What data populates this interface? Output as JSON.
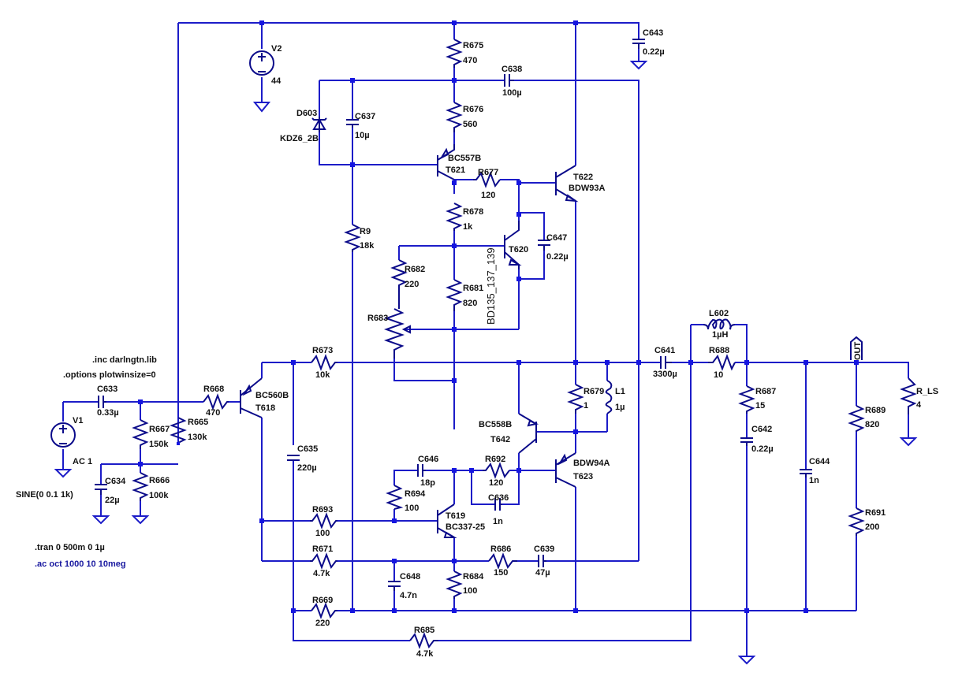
{
  "schematic": {
    "directives": [
      {
        "id": "inc",
        "text": ".inc darlngtn.lib",
        "color": "#111111"
      },
      {
        "id": "options",
        "text": ".options plotwinsize=0",
        "color": "#111111"
      },
      {
        "id": "tran",
        "text": ".tran 0 500m 0 1µ",
        "color": "#111111"
      },
      {
        "id": "ac",
        "text": ".ac oct 1000 10 10meg",
        "color": "#1a1aa0"
      }
    ],
    "sources": [
      {
        "ref": "V2",
        "value": "44"
      },
      {
        "ref": "V1",
        "value": "AC 1",
        "extra": "SINE(0 0.1 1k)"
      }
    ],
    "resistors": [
      {
        "ref": "R675",
        "value": "470"
      },
      {
        "ref": "R676",
        "value": "560"
      },
      {
        "ref": "R677",
        "value": "120"
      },
      {
        "ref": "R678",
        "value": "1k"
      },
      {
        "ref": "R9",
        "value": "18k"
      },
      {
        "ref": "R682",
        "value": "220"
      },
      {
        "ref": "R681",
        "value": "820"
      },
      {
        "ref": "R683",
        "value": ""
      },
      {
        "ref": "R673",
        "value": "10k"
      },
      {
        "ref": "R668",
        "value": "470"
      },
      {
        "ref": "R667",
        "value": "150k"
      },
      {
        "ref": "R665",
        "value": "130k"
      },
      {
        "ref": "R666",
        "value": "100k"
      },
      {
        "ref": "R679",
        "value": "1"
      },
      {
        "ref": "R692",
        "value": "120"
      },
      {
        "ref": "R694",
        "value": "100"
      },
      {
        "ref": "R693",
        "value": "100"
      },
      {
        "ref": "R671",
        "value": "4.7k"
      },
      {
        "ref": "R686",
        "value": "150"
      },
      {
        "ref": "R684",
        "value": "100"
      },
      {
        "ref": "R669",
        "value": "220"
      },
      {
        "ref": "R685",
        "value": "4.7k"
      },
      {
        "ref": "R688",
        "value": "10"
      },
      {
        "ref": "R687",
        "value": "15"
      },
      {
        "ref": "R689",
        "value": "820"
      },
      {
        "ref": "R691",
        "value": "200"
      },
      {
        "ref": "R_LS",
        "value": "4"
      }
    ],
    "capacitors": [
      {
        "ref": "C643",
        "value": "0.22µ"
      },
      {
        "ref": "C638",
        "value": "100µ"
      },
      {
        "ref": "C637",
        "value": "10µ"
      },
      {
        "ref": "C647",
        "value": "0.22µ"
      },
      {
        "ref": "C633",
        "value": "0.33µ"
      },
      {
        "ref": "C634",
        "value": "22µ"
      },
      {
        "ref": "C635",
        "value": "220µ"
      },
      {
        "ref": "C646",
        "value": "18p"
      },
      {
        "ref": "C636",
        "value": "1n"
      },
      {
        "ref": "C639",
        "value": "47µ"
      },
      {
        "ref": "C648",
        "value": "4.7n"
      },
      {
        "ref": "C641",
        "value": "3300µ"
      },
      {
        "ref": "C642",
        "value": "0.22µ"
      },
      {
        "ref": "C644",
        "value": "1n"
      }
    ],
    "inductors": [
      {
        "ref": "L602",
        "value": "1µH"
      },
      {
        "ref": "L1",
        "value": "1µ"
      }
    ],
    "diodes": [
      {
        "ref": "D603",
        "value": "KDZ6_2B"
      }
    ],
    "transistors": [
      {
        "ref": "T621",
        "model": "BC557B"
      },
      {
        "ref": "T622",
        "model": "BDW93A"
      },
      {
        "ref": "T620",
        "model": "BD135_137_139"
      },
      {
        "ref": "T618",
        "model": "BC560B"
      },
      {
        "ref": "T642",
        "model": "BC558B"
      },
      {
        "ref": "T623",
        "model": "BDW94A"
      },
      {
        "ref": "T619",
        "model": "BC337-25"
      }
    ],
    "ports": [
      {
        "ref": "OUT",
        "text": "OUT"
      }
    ]
  }
}
